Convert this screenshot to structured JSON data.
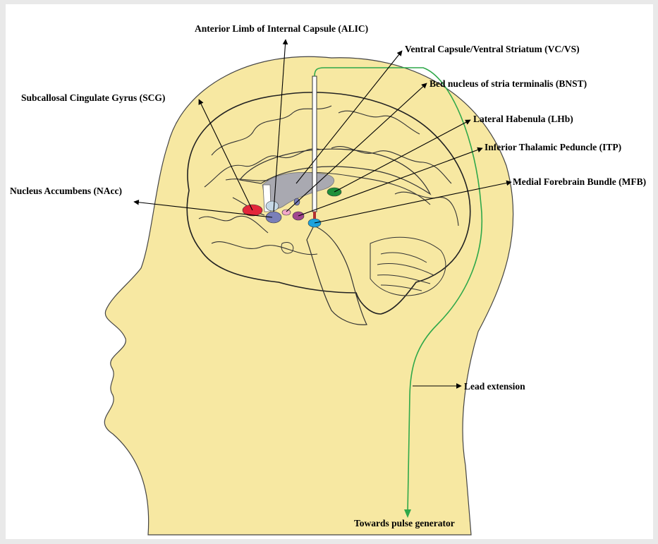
{
  "labels": {
    "alic": "Anterior Limb of Internal Capsule (ALIC)",
    "vcvs": "Ventral Capsule/Ventral Striatum (VC/VS)",
    "bnst": "Bed nucleus of stria terminalis (BNST)",
    "scg": "Subcallosal Cingulate Gyrus (SCG)",
    "lhb": "Lateral Habenula (LHb)",
    "itp": "Inferior Thalamic Peduncle (ITP)",
    "nacc": "Nucleus Accumbens (NAcc)",
    "mfb": "Medial Forebrain Bundle (MFB)",
    "lead": "Lead extension",
    "pulse": "Towards pulse generator"
  },
  "colors": {
    "head_fill": "#f7e8a2",
    "lead_wire": "#2fa84a",
    "nacc": "#e3263a",
    "scg": "#c6d9e6",
    "alic": "#7a7fb8",
    "bnst": "#f2a6c8",
    "lhb": "#1f8f3a",
    "itp": "#a0468e",
    "mfb": "#1ea3dc",
    "vcvs_region": "#a9a9b1"
  }
}
